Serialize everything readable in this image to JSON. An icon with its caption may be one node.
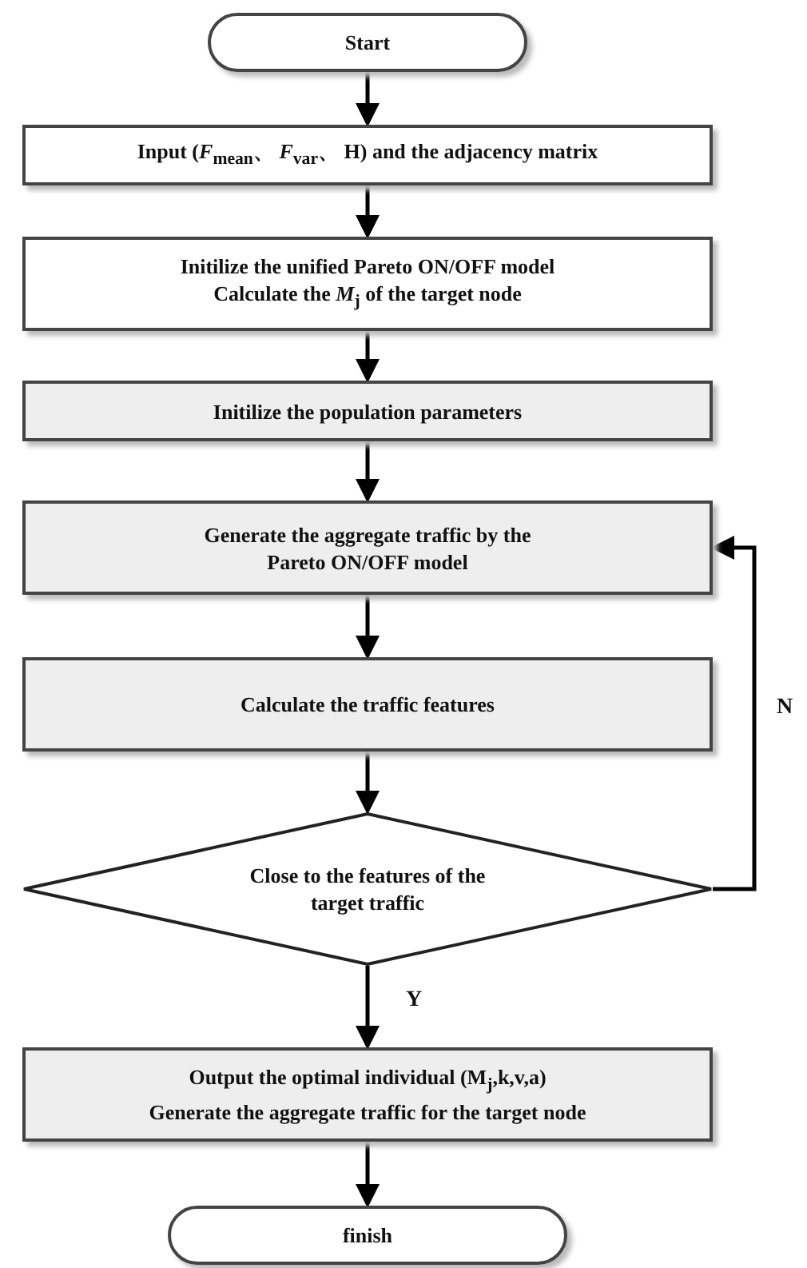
{
  "diagram": {
    "nodes": [
      {
        "text": [
          "Start"
        ]
      },
      {
        "text": [
          "Input (*F*$_{mean}$、 *F*$_{var}$、 H) and the adjacency matrix"
        ]
      },
      {
        "text": [
          "Initilize the unified Pareto ON/OFF model",
          "Calculate the *M*$_{j}$ of the target node"
        ]
      },
      {
        "text": [
          "Initilize the population parameters"
        ]
      },
      {
        "text": [
          "Generate the aggregate traffic by the Pareto ON/OFF model"
        ]
      },
      {
        "text": [
          "Calculate the traffic features"
        ]
      },
      {
        "text": [
          "Close to the features of the target traffic"
        ]
      },
      {
        "text": [
          "Output the optimal individual (M$_{j}$,k,v,a)",
          "Generate the aggregate traffic for the target node"
        ]
      },
      {
        "text": [
          "finish"
        ]
      }
    ],
    "edges": [
      {
        "from": 0,
        "to": 1,
        "arrow": "to"
      },
      {
        "from": 1,
        "to": 2,
        "arrow": "to"
      },
      {
        "from": 2,
        "to": 3,
        "arrow": "to"
      },
      {
        "from": 3,
        "to": 4,
        "arrow": "to"
      },
      {
        "from": 4,
        "to": 5,
        "arrow": "to"
      },
      {
        "from": 5,
        "to": 6,
        "arrow": "to"
      },
      {
        "from": 6,
        "to": 7,
        "arrow": "to",
        "label": "Y"
      },
      {
        "from": 7,
        "to": 8,
        "arrow": "to"
      },
      {
        "from": 6,
        "to": 4,
        "arrow": "to",
        "label": "N"
      }
    ]
  }
}
